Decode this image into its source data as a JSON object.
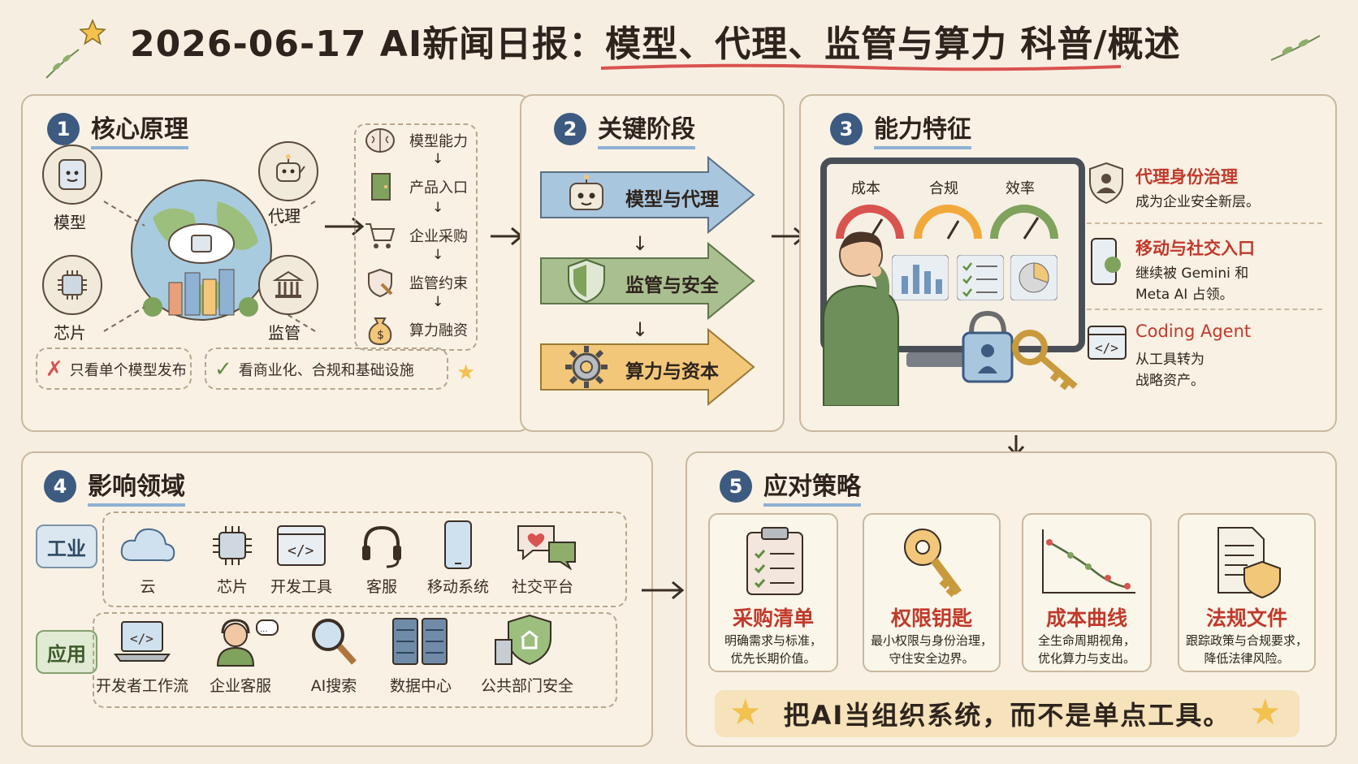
{
  "title": "2026-06-17 AI新闻日报：模型、代理、监管与算力 科普/概述",
  "panel1": {
    "number": "1",
    "heading": "核心原理",
    "nodes": [
      "模型",
      "代理",
      "芯片",
      "监管"
    ],
    "flow": [
      "模型能力",
      "产品入口",
      "企业采购",
      "监管约束",
      "算力融资"
    ],
    "wrong": "只看单个模型发布",
    "right": "看商业化、合规和基础设施"
  },
  "panel2": {
    "number": "2",
    "heading": "关键阶段",
    "stages": [
      "模型与代理",
      "监管与安全",
      "算力与资本"
    ]
  },
  "panel3": {
    "number": "3",
    "heading": "能力特征",
    "gauges": [
      "成本",
      "合规",
      "效率"
    ],
    "features": [
      {
        "title": "代理身份治理",
        "desc1": "成为企业安全新层。",
        "desc2": ""
      },
      {
        "title": "移动与社交入口",
        "desc1": "继续被 Gemini 和",
        "desc2": "Meta AI 占领。"
      },
      {
        "title": "Coding Agent",
        "desc1": "从工具转为",
        "desc2": "战略资产。"
      }
    ]
  },
  "panel4": {
    "number": "4",
    "heading": "影响领域",
    "industry_tag": "工业",
    "industry": [
      "云",
      "芯片",
      "开发工具",
      "客服",
      "移动系统",
      "社交平台"
    ],
    "app_tag": "应用",
    "apps": [
      "开发者工作流",
      "企业客服",
      "AI搜索",
      "数据中心",
      "公共部门安全"
    ]
  },
  "panel5": {
    "number": "5",
    "heading": "应对策略",
    "cards": [
      {
        "title": "采购清单",
        "line1": "明确需求与标准，",
        "line2": "优先长期价值。"
      },
      {
        "title": "权限钥匙",
        "line1": "最小权限与身份治理，",
        "line2": "守住安全边界。"
      },
      {
        "title": "成本曲线",
        "line1": "全生命周期视角，",
        "line2": "优化算力与支出。"
      },
      {
        "title": "法规文件",
        "line1": "跟踪政策与合规要求，",
        "line2": "降低法律风险。"
      }
    ],
    "motto": "把AI当组织系统，而不是单点工具。"
  },
  "colors": {
    "accent_blue": "#3d5a80",
    "accent_red": "#c0392b",
    "arrow_blue": "#a9c6df",
    "arrow_green": "#a9bf8f",
    "arrow_orange": "#f2c77a"
  }
}
